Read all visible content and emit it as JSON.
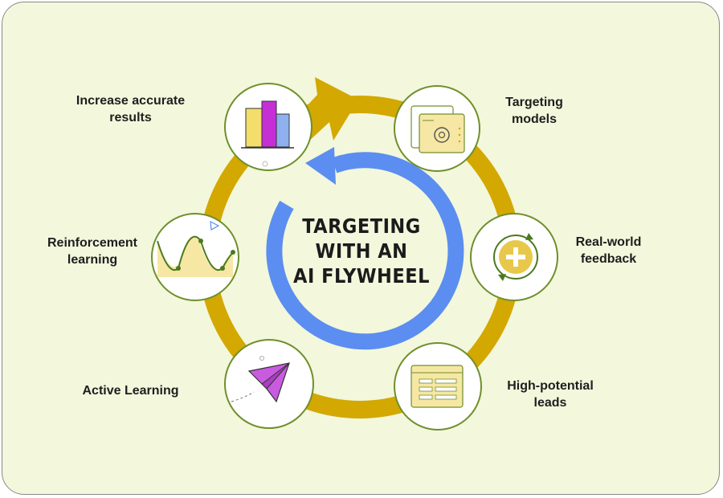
{
  "title_lines": [
    "TARGETING",
    "WITH AN",
    "AI FLYWHEEL"
  ],
  "steps": [
    {
      "id": "increase-accurate-results",
      "label": "Increase accurate\nresults",
      "icon": "bar-chart-icon"
    },
    {
      "id": "targeting-models",
      "label": "Targeting\nmodels",
      "icon": "settings-window-icon"
    },
    {
      "id": "real-world-feedback",
      "label": "Real-world\nfeedback",
      "icon": "plus-cycle-icon"
    },
    {
      "id": "high-potential-leads",
      "label": "High-potential\nleads",
      "icon": "form-window-icon"
    },
    {
      "id": "active-learning",
      "label": "Active Learning",
      "icon": "paper-plane-icon"
    },
    {
      "id": "reinforcement-learning",
      "label": "Reinforcement\nlearning",
      "icon": "wave-graph-icon"
    }
  ],
  "colors": {
    "background": "#f3f7dc",
    "outer_ring": "#d3a800",
    "inner_arrow": "#5b8ef0",
    "node_border": "#6f8f2c",
    "node_fill": "#ffffff",
    "icon_yellow": "#f3de6b",
    "icon_magenta": "#c62fd6",
    "icon_blue": "#8fb0ef",
    "icon_green": "#4b7a1f"
  }
}
